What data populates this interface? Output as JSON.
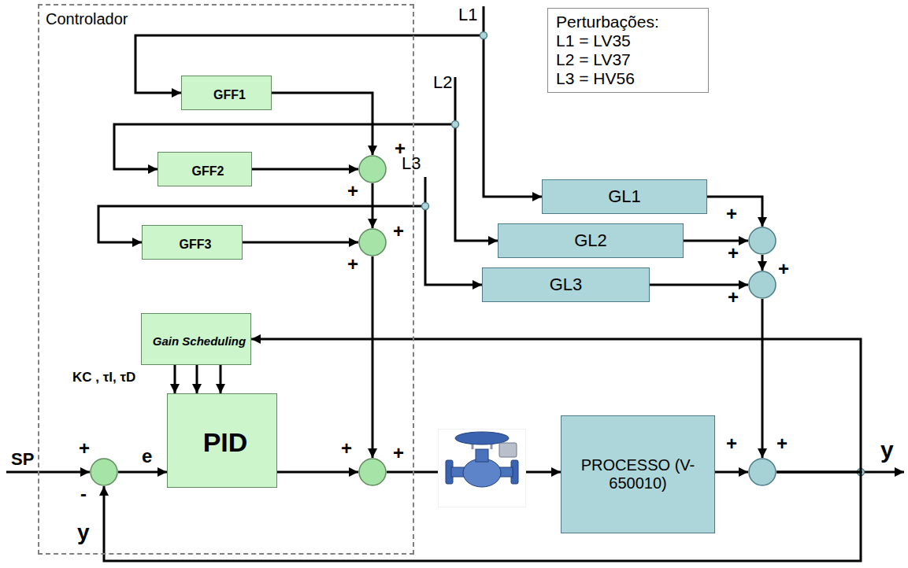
{
  "diagram": {
    "nodes": [
      {
        "text": [
          "Controlador"
        ]
      },
      {
        "text": [
          "GFF1"
        ],
        "in": 0
      },
      {
        "text": [
          "GFF2"
        ],
        "in": 0
      },
      {
        "text": [
          "GFF3"
        ],
        "in": 0
      },
      {
        "text": [
          "+",
          "+"
        ],
        "in": 0
      },
      {
        "text": [
          "+",
          "+"
        ],
        "in": 0
      },
      {
        "text": [
          "Gain Scheduling"
        ],
        "in": 0
      },
      {
        "text": [
          "PID"
        ],
        "in": 0
      },
      {
        "text": [
          "+",
          "-"
        ],
        "in": 0
      },
      {
        "text": [
          "+",
          "+"
        ],
        "in": 0
      },
      {
        "text": [
          "Perturbações:",
          "L1 = LV35",
          "L2 = LV37",
          "L3 = HV56"
        ]
      },
      {
        "text": [
          "GL1"
        ]
      },
      {
        "text": [
          "GL2"
        ]
      },
      {
        "text": [
          "GL3"
        ]
      },
      {
        "text": [
          "+",
          "+"
        ]
      },
      {
        "text": [
          "+",
          "+"
        ]
      },
      {
        "text": [
          "PROCESSO (V-650010)"
        ]
      },
      {
        "text": [
          "+",
          "+"
        ]
      }
    ],
    "edges": [
      {
        "from": 1,
        "to": 4,
        "arrow": "to"
      },
      {
        "from": 2,
        "to": 4,
        "arrow": "to"
      },
      {
        "from": 4,
        "to": 5,
        "arrow": "to"
      },
      {
        "from": 3,
        "to": 5,
        "arrow": "to"
      },
      {
        "from": 5,
        "to": 9,
        "arrow": "to"
      },
      {
        "from": 8,
        "to": 7,
        "label": "e",
        "arrow": "to"
      },
      {
        "from": 7,
        "to": 9,
        "arrow": "to"
      },
      {
        "from": 9,
        "to": 16,
        "arrow": "to"
      },
      {
        "from": 16,
        "to": 17,
        "arrow": "to"
      },
      {
        "from": 11,
        "to": 14,
        "arrow": "to"
      },
      {
        "from": 12,
        "to": 14,
        "arrow": "to"
      },
      {
        "from": 14,
        "to": 15,
        "arrow": "to"
      },
      {
        "from": 13,
        "to": 15,
        "arrow": "to"
      },
      {
        "from": 15,
        "to": 17,
        "arrow": "to"
      },
      {
        "from": 17,
        "to": 8,
        "label": "y",
        "arrow": "to"
      },
      {
        "from": 17,
        "to": 6,
        "arrow": "to"
      },
      {
        "from": 6,
        "to": 7,
        "arrow": "to"
      },
      {
        "from": 6,
        "to": 7,
        "arrow": "to"
      },
      {
        "from": 6,
        "to": 7,
        "arrow": "to"
      }
    ],
    "labels": [
      "SP",
      "y",
      "KC , τI, τD",
      "L1",
      "L2",
      "L3"
    ]
  }
}
